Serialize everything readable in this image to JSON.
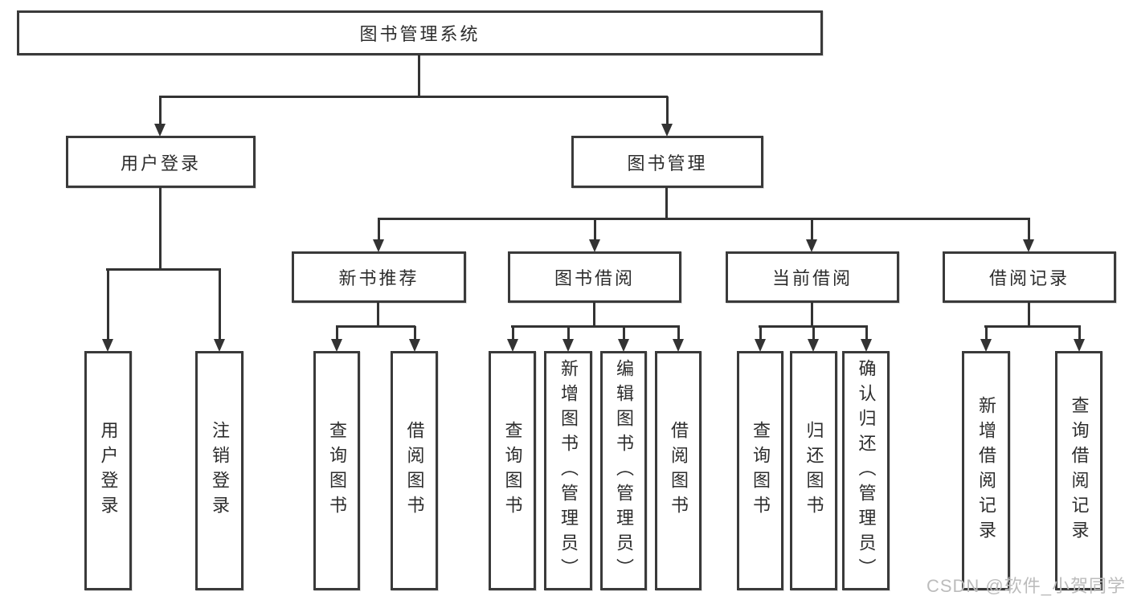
{
  "tree": {
    "root": "图书管理系统",
    "user_login": {
      "label": "用户登录",
      "children": [
        "用户登录",
        "注销登录"
      ]
    },
    "book_management": {
      "label": "图书管理",
      "sections": {
        "new_book_recommend": {
          "label": "新书推荐",
          "children": [
            "查询图书",
            "借阅图书"
          ]
        },
        "book_borrowing": {
          "label": "图书借阅",
          "children": [
            "查询图书",
            "新增图书（管理员）",
            "编辑图书（管理员）",
            "借阅图书"
          ]
        },
        "current_borrowing": {
          "label": "当前借阅",
          "children": [
            "查询图书",
            "归还图书",
            "确认归还（管理员）"
          ]
        },
        "borrowing_records": {
          "label": "借阅记录",
          "children": [
            "新增借阅记录",
            "查询借阅记录"
          ]
        }
      }
    }
  },
  "colors": {
    "line": "#333333",
    "border": "#3a3a3a",
    "text": "#2d2d2d",
    "watermark": "#bcbcbc"
  },
  "watermark": "CSDN @软件_小贺同学"
}
